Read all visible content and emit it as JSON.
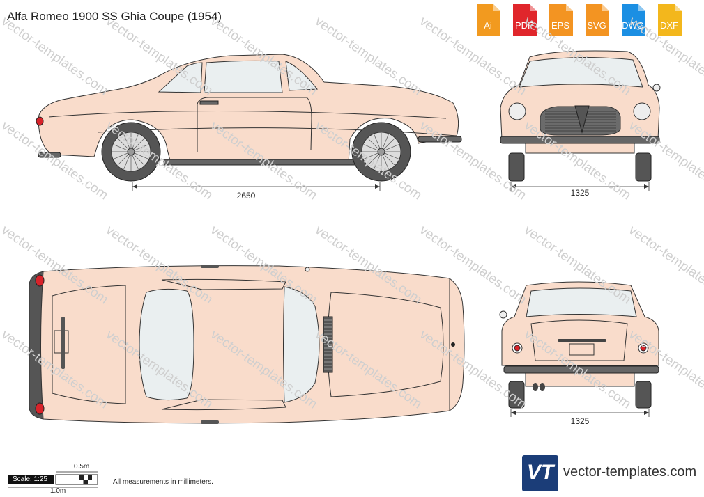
{
  "title": "Alfa Romeo 1900 SS Ghia Coupe (1954)",
  "formats": [
    {
      "label": "Ai",
      "color": "#f29a1f"
    },
    {
      "label": "PDF",
      "color": "#e0262b"
    },
    {
      "label": "EPS",
      "color": "#f39422"
    },
    {
      "label": "SVG",
      "color": "#f39422"
    },
    {
      "label": "DWG",
      "color": "#1b8fe3"
    },
    {
      "label": "DXF",
      "color": "#f3b71c"
    }
  ],
  "dimensions": {
    "wheelbase": "2650",
    "front_track": "1325",
    "rear_track": "1325"
  },
  "scale": {
    "label": "Scale: 1:25",
    "half_meter": "0.5m",
    "one_meter": "1.0m"
  },
  "note": "All measurements in millimeters.",
  "brand": {
    "logo_text": "VT",
    "url": "vector-templates.com",
    "watermark": "vector-templates.com"
  },
  "colors": {
    "body": "#f9dccb",
    "outline": "#333333",
    "glass": "#eaeff0",
    "tire": "#555555",
    "bumper": "#666666",
    "taillight": "#d8232a"
  }
}
